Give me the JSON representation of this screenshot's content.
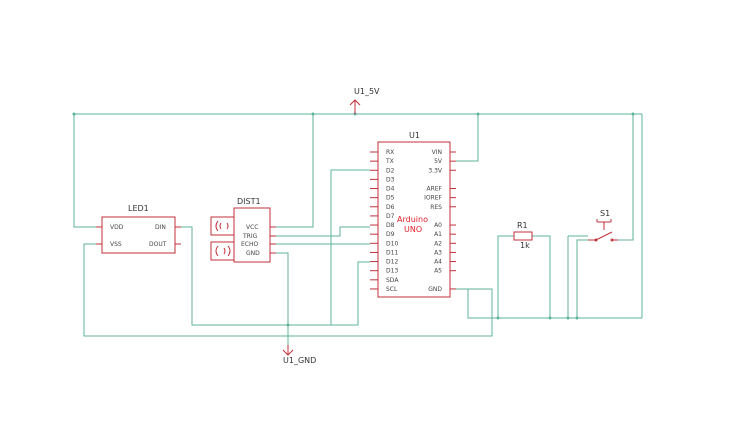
{
  "power": {
    "vcc_label": "U1_5V",
    "gnd_label": "U1_GND"
  },
  "u1": {
    "ref": "U1",
    "name_line1": "Arduino",
    "name_line2": "UNO",
    "left_pins": [
      "RX",
      "TX",
      "D2",
      "D3",
      "D4",
      "D5",
      "D6",
      "D7",
      "D8",
      "D9",
      "D10",
      "D11",
      "D12",
      "D13",
      "SDA",
      "SCL"
    ],
    "right_pins": [
      "VIN",
      "5V",
      "3.3V",
      "",
      "AREF",
      "IOREF",
      "RES",
      "",
      "A0",
      "A1",
      "A2",
      "A3",
      "A4",
      "A5",
      "",
      "GND"
    ]
  },
  "led1": {
    "ref": "LED1",
    "pins": [
      "VDD",
      "DIN",
      "VSS",
      "DOUT"
    ]
  },
  "dist1": {
    "ref": "DIST1",
    "pins": [
      "VCC",
      "TRIG",
      "ECHO",
      "GND"
    ]
  },
  "r1": {
    "ref": "R1",
    "value": "1k"
  },
  "s1": {
    "ref": "S1"
  },
  "colors": {
    "wire": "#5fb39a",
    "part": "#c0303a",
    "part_text": "#e0202a"
  }
}
